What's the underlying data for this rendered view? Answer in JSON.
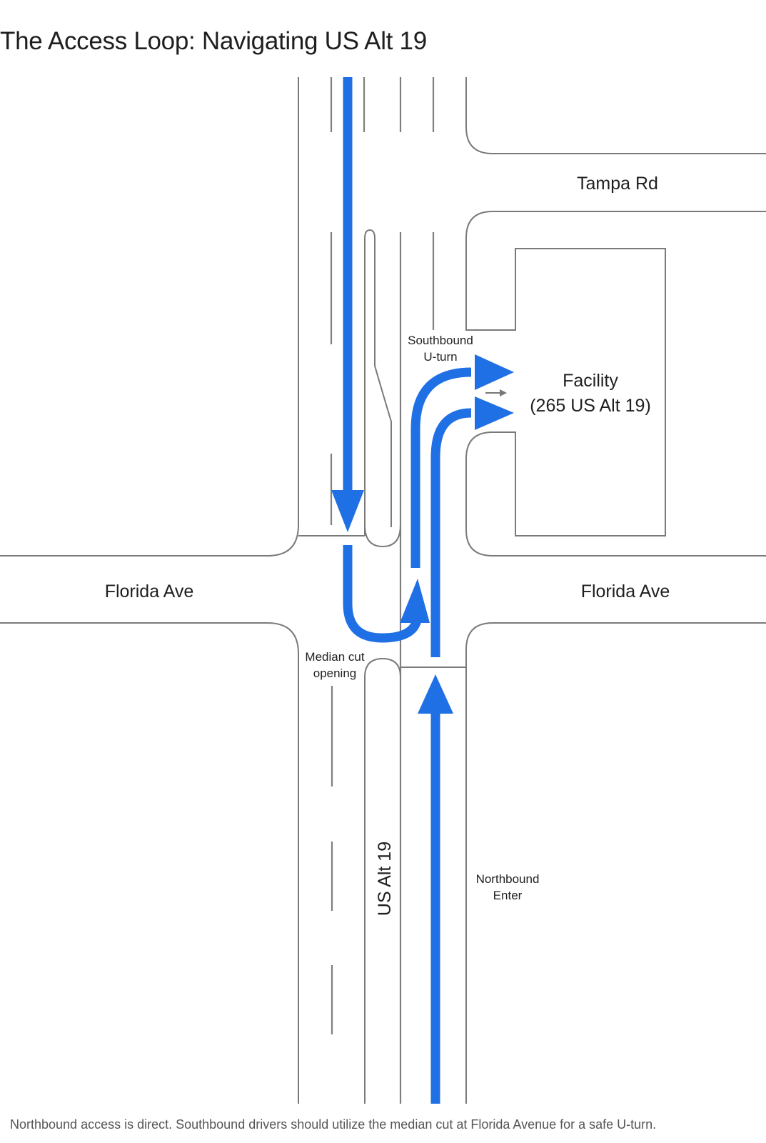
{
  "title": "The Access Loop: Navigating US Alt 19",
  "caption": "Northbound access is direct. Southbound drivers should utilize the median cut at Florida Avenue for a safe U-turn.",
  "colors": {
    "route": "#1f6fe5",
    "road_outline": "#7a7a7a",
    "background": "#ffffff"
  },
  "labels": {
    "tampa_rd": "Tampa Rd",
    "florida_ave_left": "Florida Ave",
    "florida_ave_right": "Florida Ave",
    "us_alt_19": "US Alt 19",
    "southbound_uturn": [
      "Southbound",
      "U-turn"
    ],
    "facility": [
      "Facility",
      "(265 US Alt 19)"
    ],
    "median_cut": [
      "Median cut",
      "opening"
    ],
    "northbound_enter": [
      "Northbound",
      "Enter"
    ]
  },
  "routes": [
    {
      "name": "Southbound approach",
      "direction": "south"
    },
    {
      "name": "Southbound U-turn via median cut",
      "direction": "u-turn"
    },
    {
      "name": "Southbound U-turn into facility",
      "direction": "east"
    },
    {
      "name": "Northbound direct entry",
      "direction": "north"
    },
    {
      "name": "Northbound into facility",
      "direction": "east"
    }
  ],
  "icons": {
    "entrance_arrow": "small-right-arrow"
  }
}
